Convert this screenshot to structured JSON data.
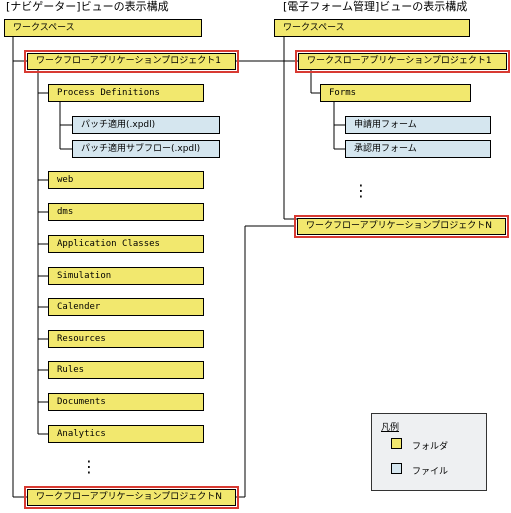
{
  "left_view": {
    "title": "[ナビゲーター]ビューの表示構成",
    "workspace": "ワークスペース",
    "project_1": "ワークフローアプリケーションプロジェクト1",
    "process_definitions": "Process Definitions",
    "files": [
      "パッチ適用(.xpdl)",
      "パッチ適用サブフロー(.xpdl)"
    ],
    "folders": [
      "web",
      "dms",
      "Application Classes",
      "Simulation",
      "Calender",
      "Resources",
      "Rules",
      "Documents",
      "Analytics"
    ],
    "ellipsis": "⋮",
    "project_n": "ワークフローアプリケーションプロジェクトN"
  },
  "right_view": {
    "title": "[電子フォーム管理]ビューの表示構成",
    "workspace": "ワークスペース",
    "project_1": "ワークスローアプリケーションプロジェクト1",
    "forms": "Forms",
    "files": [
      "申請用フォーム",
      "承認用フォーム"
    ],
    "ellipsis": "⋮",
    "project_n": "ワークフローアプリケーションプロジェクトN"
  },
  "legend": {
    "title": "凡例",
    "items": [
      {
        "label": "フォルダ",
        "color": "#f2e86e"
      },
      {
        "label": "ファイル",
        "color": "#d5e6ef"
      }
    ]
  },
  "colors": {
    "folder": "#f2e86e",
    "file": "#d5e6ef",
    "project_highlight": "#d83a32"
  }
}
